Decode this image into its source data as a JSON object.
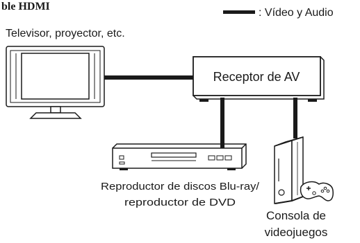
{
  "heading": "ble HDMI",
  "legend": {
    "label": ": Vídeo y Audio",
    "line_color": "#1a1a1a"
  },
  "tv": {
    "label": "Televisor, proyector, etc.",
    "icon": "tv-icon"
  },
  "receiver": {
    "label": "Receptor de AV"
  },
  "player": {
    "label_line1": "Reproductor de discos Blu-ray/",
    "label_line2": "reproductor de DVD",
    "icon": "bluray-player-icon"
  },
  "console": {
    "label_line1": "Consola de",
    "label_line2": "videojuegos",
    "icon": "game-console-icon",
    "controller_icon": "gamepad-icon"
  },
  "colors": {
    "cable": "#1a1a1a",
    "device_fill": "#ffffff",
    "device_stroke": "#1a1a1a",
    "screen_fill": "#ffffff"
  }
}
